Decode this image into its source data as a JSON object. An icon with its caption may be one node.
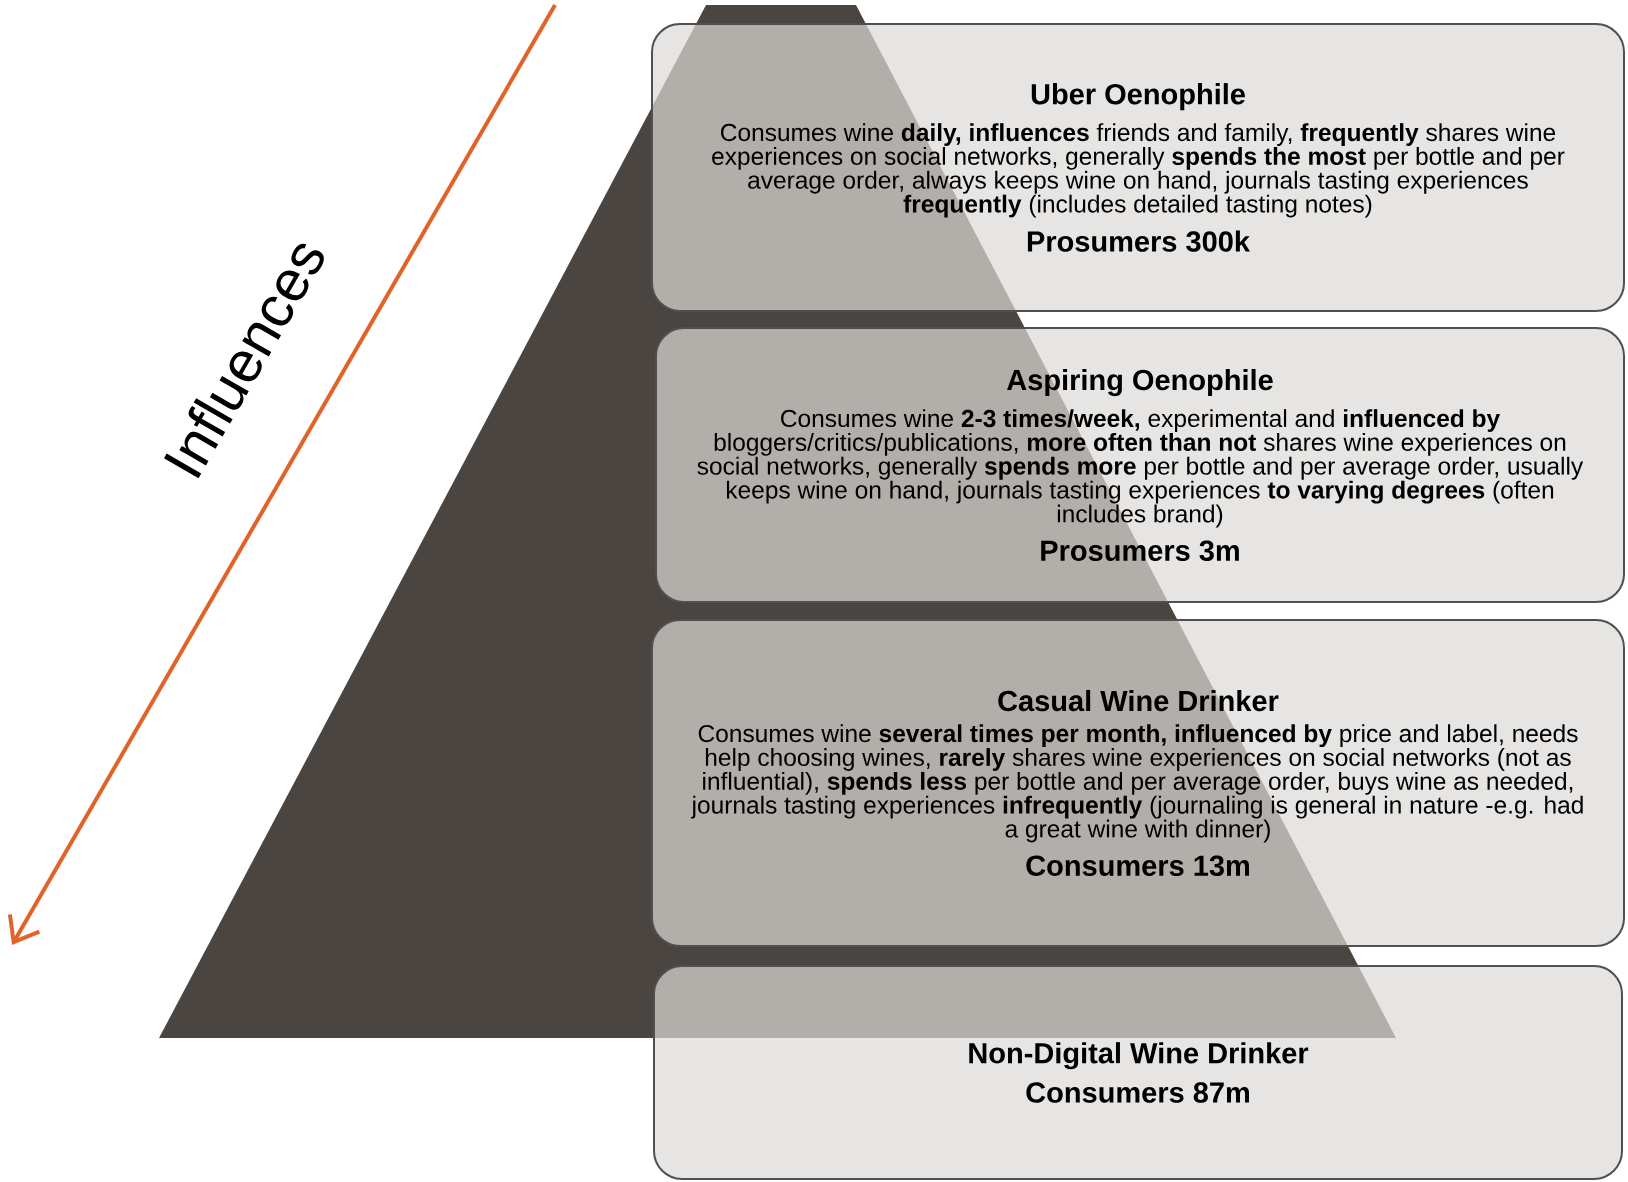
{
  "diagram": {
    "nodes": [
      {
        "text": [
          "Uber Oenophile",
          "Consumes wine **daily, influences** friends and family, **frequently** shares wine experiences on social networks, generally **spends the most** per bottle and per average order, always keeps wine on hand, journals tasting experiences **frequently** (includes detailed tasting notes)",
          "Prosumers 300k"
        ]
      },
      {
        "text": [
          "Aspiring Oenophile",
          "Consumes wine **2-3 times/week,** experimental and **influenced by** bloggers/critics/publications, **more often than not** shares wine experiences on social networks, generally **spends more** per bottle and per average order, usually keeps wine on hand, journals tasting experiences **to varying degrees** (often includes brand)",
          "Prosumers 3m"
        ]
      },
      {
        "text": [
          "Casual Wine Drinker",
          "Consumes wine **several times per month, influenced by** price and label, needs help choosing wines, **rarely** shares wine experiences on social networks (not as influential), **spends less** per bottle and per average order, buys wine as needed, journals tasting experiences **infrequently** (journaling is general in nature -e.g. had a great wine with dinner)",
          "Consumers 13m"
        ]
      },
      {
        "text": [
          "Non-Digital Wine Drinker",
          "Consumers 87m"
        ]
      }
    ],
    "labels": [
      "Influences"
    ]
  }
}
